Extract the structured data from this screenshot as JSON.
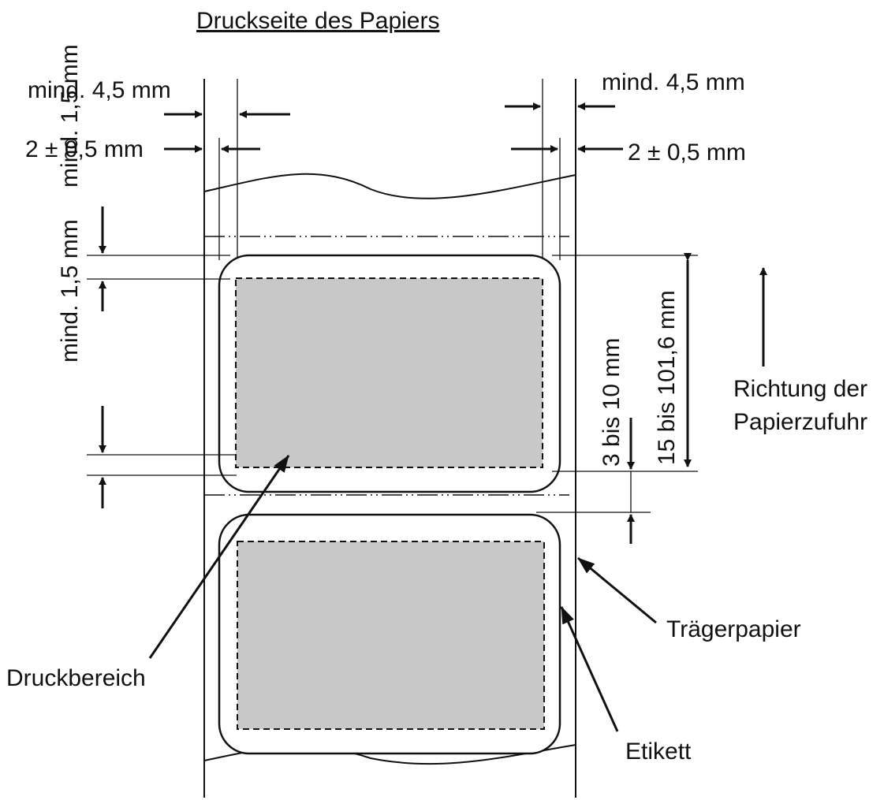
{
  "title": "Druckseite des Papiers",
  "labels": {
    "min_margin_left": "mind. 4,5 mm",
    "min_margin_right": "mind. 4,5 mm",
    "tolerance_left": "2 ± 0,5 mm",
    "tolerance_right": "2 ± 0,5 mm",
    "min_top_upper": "mind. 1,5 mm",
    "min_top_lower": "mind. 1,5 mm",
    "gap": "3 bis 10 mm",
    "label_length": "15 bis 101,6 mm",
    "feed_direction_line1": "Richtung der",
    "feed_direction_line2": "Papierzufuhr",
    "backing_paper": "Trägerpapier",
    "print_area": "Druckbereich",
    "label": "Etikett"
  },
  "colors": {
    "line": "#111111",
    "print_area_fill": "#c8c8c8",
    "background": "#ffffff"
  }
}
